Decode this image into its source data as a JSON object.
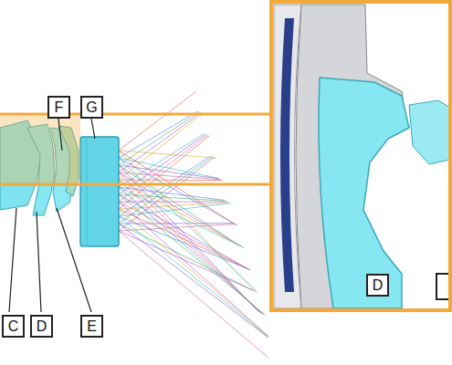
{
  "diagram": {
    "labels": [
      "F",
      "G",
      "C",
      "D",
      "E",
      "D"
    ]
  }
}
